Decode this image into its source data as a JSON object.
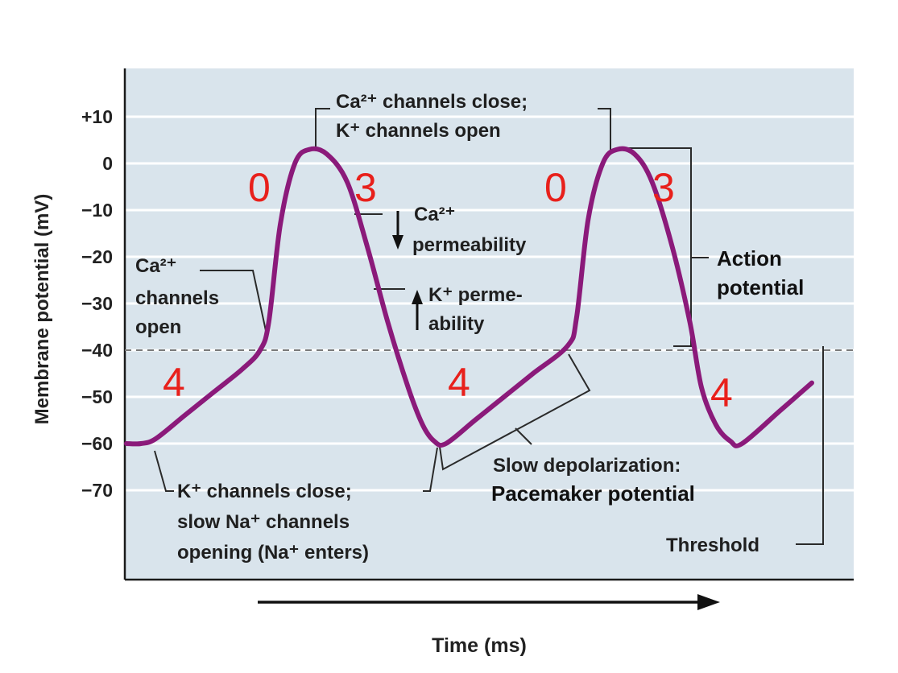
{
  "chart_data": {
    "type": "line",
    "title": "",
    "xlabel": "Time (ms)",
    "ylabel": "Membrane potential (mV)",
    "yticks": [
      "+10",
      "0",
      "−10",
      "−20",
      "−30",
      "−40",
      "−50",
      "−60",
      "−70"
    ],
    "ytick_values": [
      10,
      0,
      -10,
      -20,
      -30,
      -40,
      -50,
      -60,
      -70
    ],
    "ylim": [
      -90,
      20
    ],
    "threshold_mv": -40,
    "series": [
      {
        "x": [
          0,
          5,
          10,
          20,
          30,
          40,
          46,
          49,
          53,
          58,
          63,
          69,
          76,
          83,
          90,
          97,
          102,
          106,
          110,
          120,
          130,
          140,
          152,
          155,
          159,
          164,
          169,
          175,
          181,
          188,
          194,
          198,
          203,
          208,
          212,
          225,
          236
        ],
        "y": [
          -60,
          -60,
          -59,
          -54,
          -49,
          -44,
          -40,
          -34,
          -13,
          0,
          3,
          2,
          -4,
          -18,
          -34,
          -48,
          -56,
          -59.5,
          -60,
          -55,
          -50,
          -45,
          -39,
          -33,
          -12,
          0,
          3,
          2,
          -4,
          -18,
          -34,
          -48,
          -56,
          -59.5,
          -60,
          -53,
          -47
        ]
      }
    ],
    "phase_labels": [
      "0",
      "3",
      "4",
      "0",
      "3",
      "4",
      "4"
    ],
    "annotations": {
      "ca_close": [
        "Ca²⁺ channels close;",
        "K⁺ channels open"
      ],
      "ca_perm": [
        "Ca²⁺",
        "permeability"
      ],
      "k_perm": [
        "K⁺ perme-",
        "ability"
      ],
      "ca_open": [
        "Ca²⁺",
        "channels",
        "open"
      ],
      "action_potential": [
        "Action",
        "potential"
      ],
      "k_close": [
        "K⁺ channels close;",
        "slow Na⁺ channels",
        "opening (Na⁺ enters)"
      ],
      "slow_depol": "Slow depolarization:",
      "pacemaker": "Pacemaker potential",
      "threshold": "Threshold"
    },
    "colors": {
      "curve": "#8b1a7a",
      "phase_numbers": "#e8201b",
      "background": "#d9e4ec",
      "gridlines": "#ffffff",
      "threshold_line": "#7a7a7a"
    },
    "grid": true
  }
}
